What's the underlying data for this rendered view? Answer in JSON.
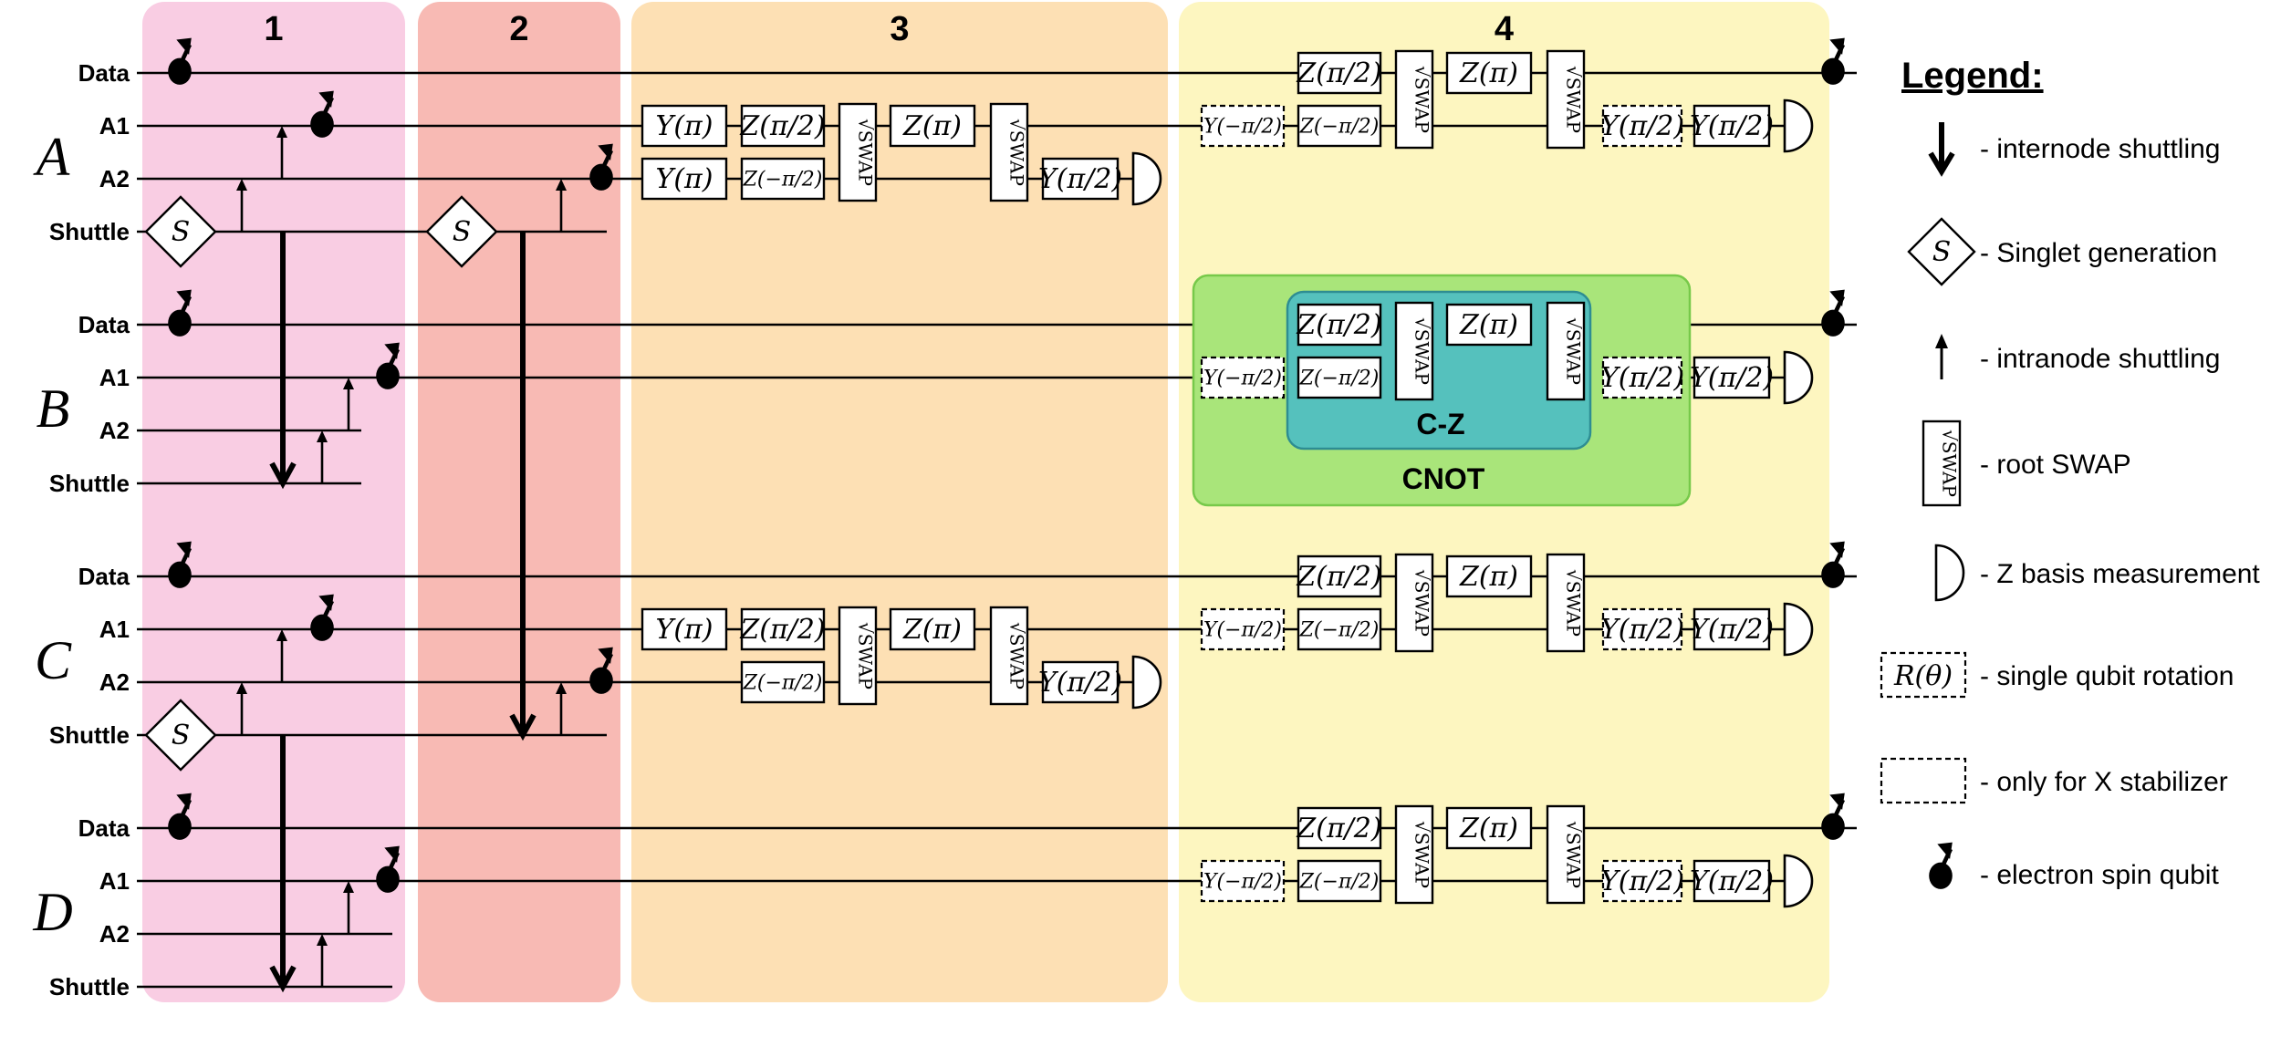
{
  "panels": [
    {
      "label": "1",
      "color": "#f9cde3"
    },
    {
      "label": "2",
      "color": "#f8bab4"
    },
    {
      "label": "3",
      "color": "#fde0b4"
    },
    {
      "label": "4",
      "color": "#fdf6c0"
    }
  ],
  "nodes": [
    {
      "name": "A",
      "rows": [
        "Data",
        "A1",
        "A2",
        "Shuttle"
      ]
    },
    {
      "name": "B",
      "rows": [
        "Data",
        "A1",
        "A2",
        "Shuttle"
      ]
    },
    {
      "name": "C",
      "rows": [
        "Data",
        "A1",
        "A2",
        "Shuttle"
      ]
    },
    {
      "name": "D",
      "rows": [
        "Data",
        "A1",
        "A2",
        "Shuttle"
      ]
    }
  ],
  "singlet_symbol": "S",
  "gates": {
    "y_pi": "Y(π)",
    "z_pi": "Z(π)",
    "z_pi2": "Z(π/2)",
    "z_mpi2": "Z(−π/2)",
    "y_pi2": "Y(π/2)",
    "y_mpi2": "Y(−π/2)",
    "swap": "√SWAP"
  },
  "cnot": {
    "outer_label": "CNOT",
    "inner_label": "C-Z",
    "outer_color": "#a9e57a",
    "inner_color": "#55c1bd"
  },
  "legend": {
    "title": "Legend:",
    "items": [
      {
        "icon": "thick-down-arrow-icon",
        "text": "- internode shuttling"
      },
      {
        "icon": "diamond-icon",
        "text": "- Singlet generation",
        "symbol": "S"
      },
      {
        "icon": "thin-up-arrow-icon",
        "text": "- intranode shuttling"
      },
      {
        "icon": "root-swap-icon",
        "text": "- root SWAP",
        "symbol": "√SWAP"
      },
      {
        "icon": "half-circle-icon",
        "text": "- Z basis measurement"
      },
      {
        "icon": "dashed-rotation-box-icon",
        "text": "- single qubit rotation",
        "symbol": "R(θ)"
      },
      {
        "icon": "dashed-box-icon",
        "text": "- only for X stabilizer"
      },
      {
        "icon": "electron-spin-icon",
        "text": "- electron spin qubit"
      }
    ]
  }
}
